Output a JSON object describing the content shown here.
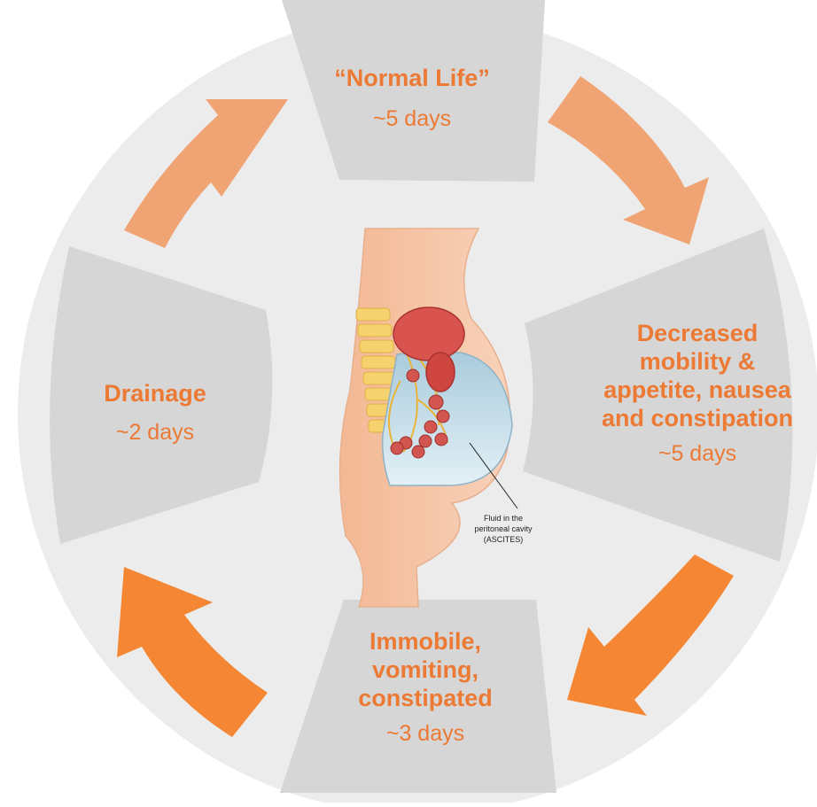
{
  "stages": {
    "normal_life": {
      "title": "“Normal Life”",
      "duration": "~5 days"
    },
    "decreased": {
      "title_lines": [
        "Decreased",
        "mobility &",
        "appetite, nausea",
        "and constipation"
      ],
      "duration": "~5 days"
    },
    "immobile": {
      "title_lines": [
        "Immobile,",
        "vomiting,",
        "constipated"
      ],
      "duration": "~3 days"
    },
    "drainage": {
      "title": "Drainage",
      "duration": "~2 days"
    }
  },
  "illustration": {
    "caption_lines": [
      "Fluid in the",
      "peritoneal cavity",
      "(ASCITES)"
    ]
  },
  "colors": {
    "accent": "#ec7a34",
    "arrow_light": "#f0a474",
    "arrow_dark": "#f58634",
    "panel": "#d6d6d6",
    "ring": "#ececec",
    "skin": "#f5c6a8",
    "fluid": "#bcd8e6",
    "organ": "#d9534f"
  }
}
